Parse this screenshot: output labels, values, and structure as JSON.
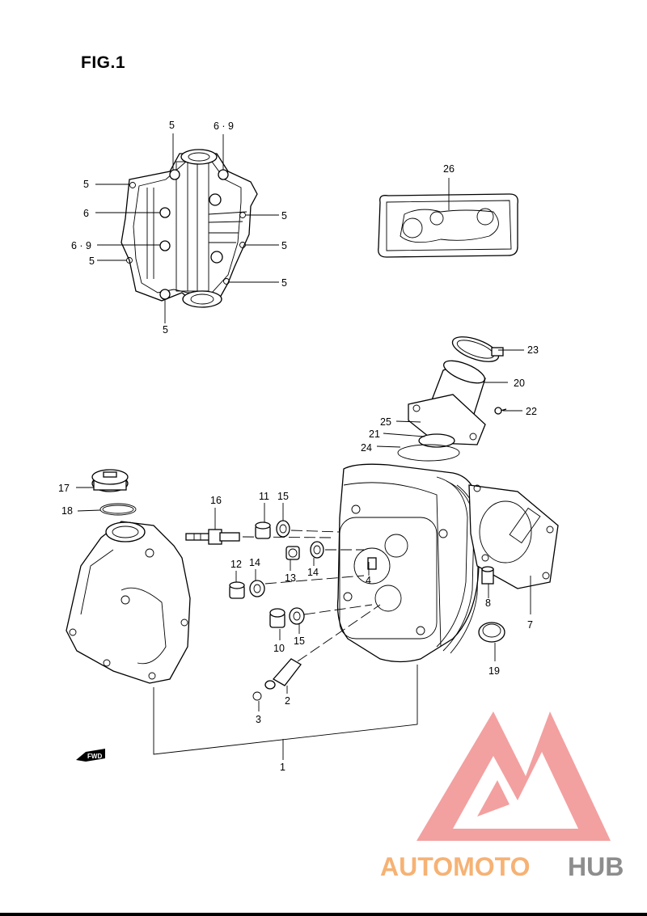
{
  "figure": {
    "title": "FIG.1"
  },
  "callouts": {
    "c5a": "5",
    "c69a": "6 · 9",
    "c5b": "5",
    "c6": "6",
    "c69b": "6 · 9",
    "c5c": "5",
    "c5d": "5",
    "c5e": "5",
    "c5f": "5",
    "c5g": "5",
    "c26": "26",
    "c23": "23",
    "c20": "20",
    "c22": "22",
    "c25": "25",
    "c21": "21",
    "c24": "24",
    "c17": "17",
    "c18": "18",
    "c16": "16",
    "c11": "11",
    "c15a": "15",
    "c12": "12",
    "c14a": "14",
    "c13": "13",
    "c14b": "14",
    "c4": "4",
    "c10": "10",
    "c15b": "15",
    "c8": "8",
    "c7": "7",
    "c19": "19",
    "c2": "2",
    "c3": "3",
    "c1": "1"
  },
  "fwd_label": "FWD",
  "watermark": {
    "part1": "AUTOMOTO",
    "part2": "HUB"
  },
  "colors": {
    "watermark_red": "#f07070",
    "watermark_orange": "#f5a55c",
    "watermark_gray": "#7a7a7a"
  }
}
